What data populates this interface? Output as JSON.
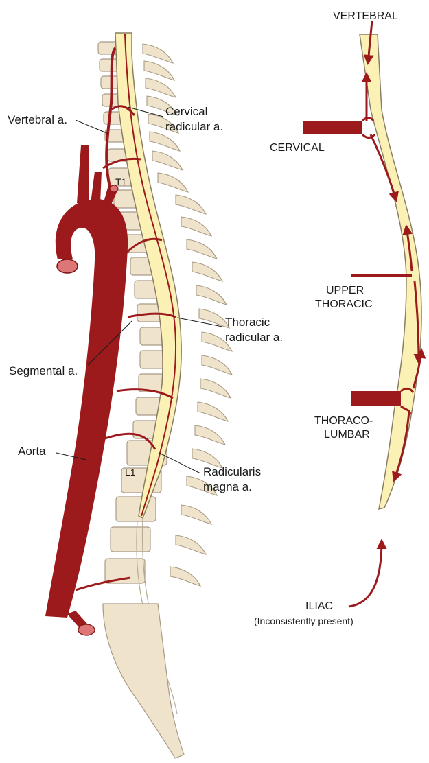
{
  "left_panel": {
    "labels": {
      "vertebral": "Vertebral a.",
      "cervical_radicular_1": "Cervical",
      "cervical_radicular_2": "radicular a.",
      "t1": "T1",
      "thoracic_radicular_1": "Thoracic",
      "thoracic_radicular_2": "radicular a.",
      "segmental": "Segmental a.",
      "aorta": "Aorta",
      "l1": "L1",
      "radicularis_magna_1": "Radicularis",
      "radicularis_magna_2": "magna a."
    }
  },
  "right_panel": {
    "labels": {
      "vertebral": "VERTEBRAL",
      "cervical": "CERVICAL",
      "upper_thoracic_1": "UPPER",
      "upper_thoracic_2": "THORACIC",
      "thoracolumbar_1": "THORACO-",
      "thoracolumbar_2": "LUMBAR",
      "iliac": "ILIAC",
      "iliac_note": "(Inconsistently present)"
    }
  },
  "colors": {
    "artery": "#9c1a1c",
    "cord": "#fbf1b4",
    "bone": "#efe3cb",
    "outline": "#a89b86"
  }
}
